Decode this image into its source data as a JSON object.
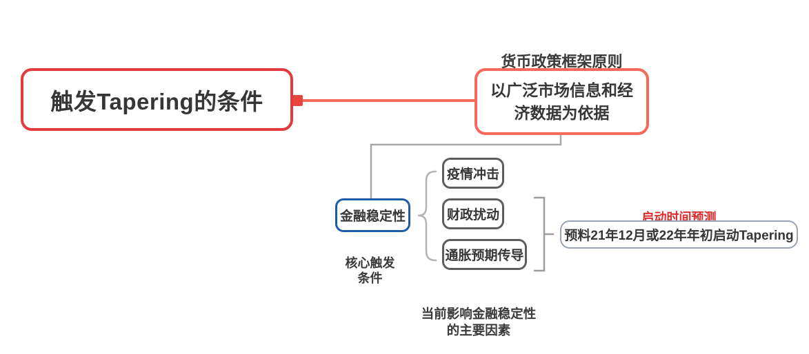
{
  "colors": {
    "root_border": "#e23b3e",
    "branch_accent": "#f4695a",
    "attach_point": "#e8453e",
    "stability_border": "#1a5ca8",
    "factor_border": "#5d5d5d",
    "summary_border": "#9aa4b4",
    "summary_title_red": "#de2b2b",
    "connector_gray": "#a8a8a8",
    "brace_gray": "#b3b3b3",
    "bracket_gray": "#9e9e9e",
    "text": "#363636"
  },
  "mindmap": {
    "root": {
      "label": "触发Tapering的条件"
    },
    "principle": {
      "title": "货币政策框架原则",
      "label": "以广泛市场信息和经\n济数据为依据"
    },
    "stability": {
      "label": "金融稳定性",
      "caption": "核心触发\n条件"
    },
    "factors": {
      "items": [
        {
          "label": "疫情冲击"
        },
        {
          "label": "财政扰动"
        },
        {
          "label": "通胀预期传导"
        }
      ],
      "caption": "当前影响金融稳定性\n的主要因素"
    },
    "summary": {
      "title": "启动时间预测",
      "label": "预料21年12月或22年年初启动Tapering"
    }
  }
}
